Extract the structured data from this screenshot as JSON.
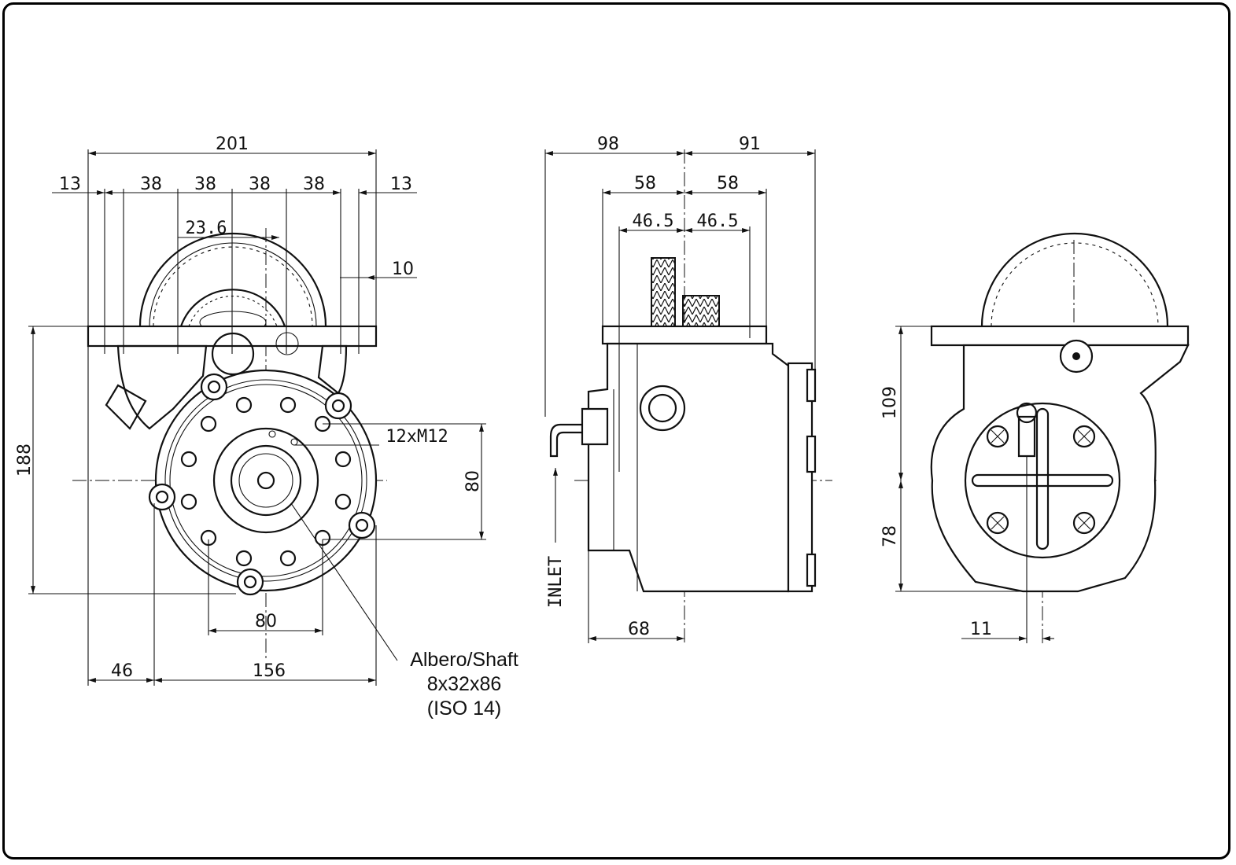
{
  "front_view": {
    "dims": {
      "overall_width": "201",
      "flange_edge_left": "13",
      "pitch_1": "38",
      "pitch_2": "38",
      "pitch_3": "38",
      "pitch_4": "38",
      "flange_edge_right": "13",
      "offset": "23.6",
      "slot": "10",
      "height": "188",
      "bolt_circle_v": "80",
      "bolt_circle_h": "80",
      "left_offset": "46",
      "base_width": "156"
    },
    "bolts_label": "12xM12",
    "shaft_label": [
      "Albero/Shaft",
      "8x32x86",
      "(ISO 14)"
    ]
  },
  "side_view": {
    "dims": {
      "left_total": "98",
      "right_total": "91",
      "left_58": "58",
      "right_58": "58",
      "left_46_5": "46.5",
      "right_46_5": "46.5",
      "bottom_68": "68"
    },
    "inlet_label": "INLET"
  },
  "rear_view": {
    "dims": {
      "upper_height": "109",
      "lower_height": "78",
      "fitting_offset": "11"
    }
  }
}
